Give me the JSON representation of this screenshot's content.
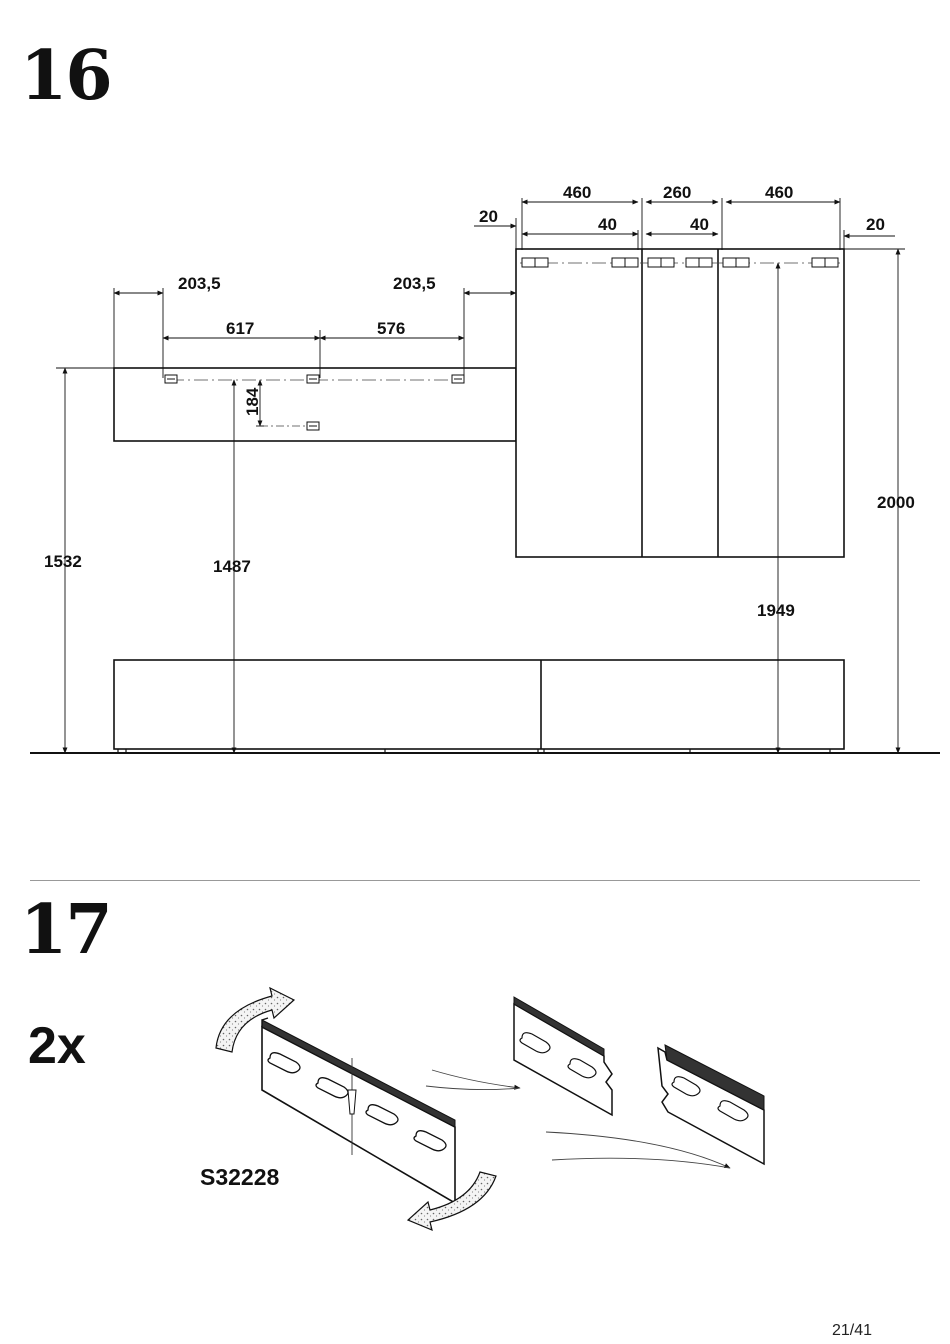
{
  "steps": {
    "step16": "16",
    "step17": "17"
  },
  "dimensions": {
    "d460a": "460",
    "d260": "260",
    "d460b": "460",
    "d20a": "20",
    "d40a": "40",
    "d40b": "40",
    "d20b": "20",
    "d2035a": "203,5",
    "d2035b": "203,5",
    "d617": "617",
    "d576": "576",
    "d184": "184",
    "d1532": "1532",
    "d1487": "1487",
    "d2000": "2000",
    "d1949": "1949"
  },
  "hardware": {
    "quantity": "2x",
    "part_code": "S32228"
  },
  "footer": {
    "page": "21/41"
  }
}
